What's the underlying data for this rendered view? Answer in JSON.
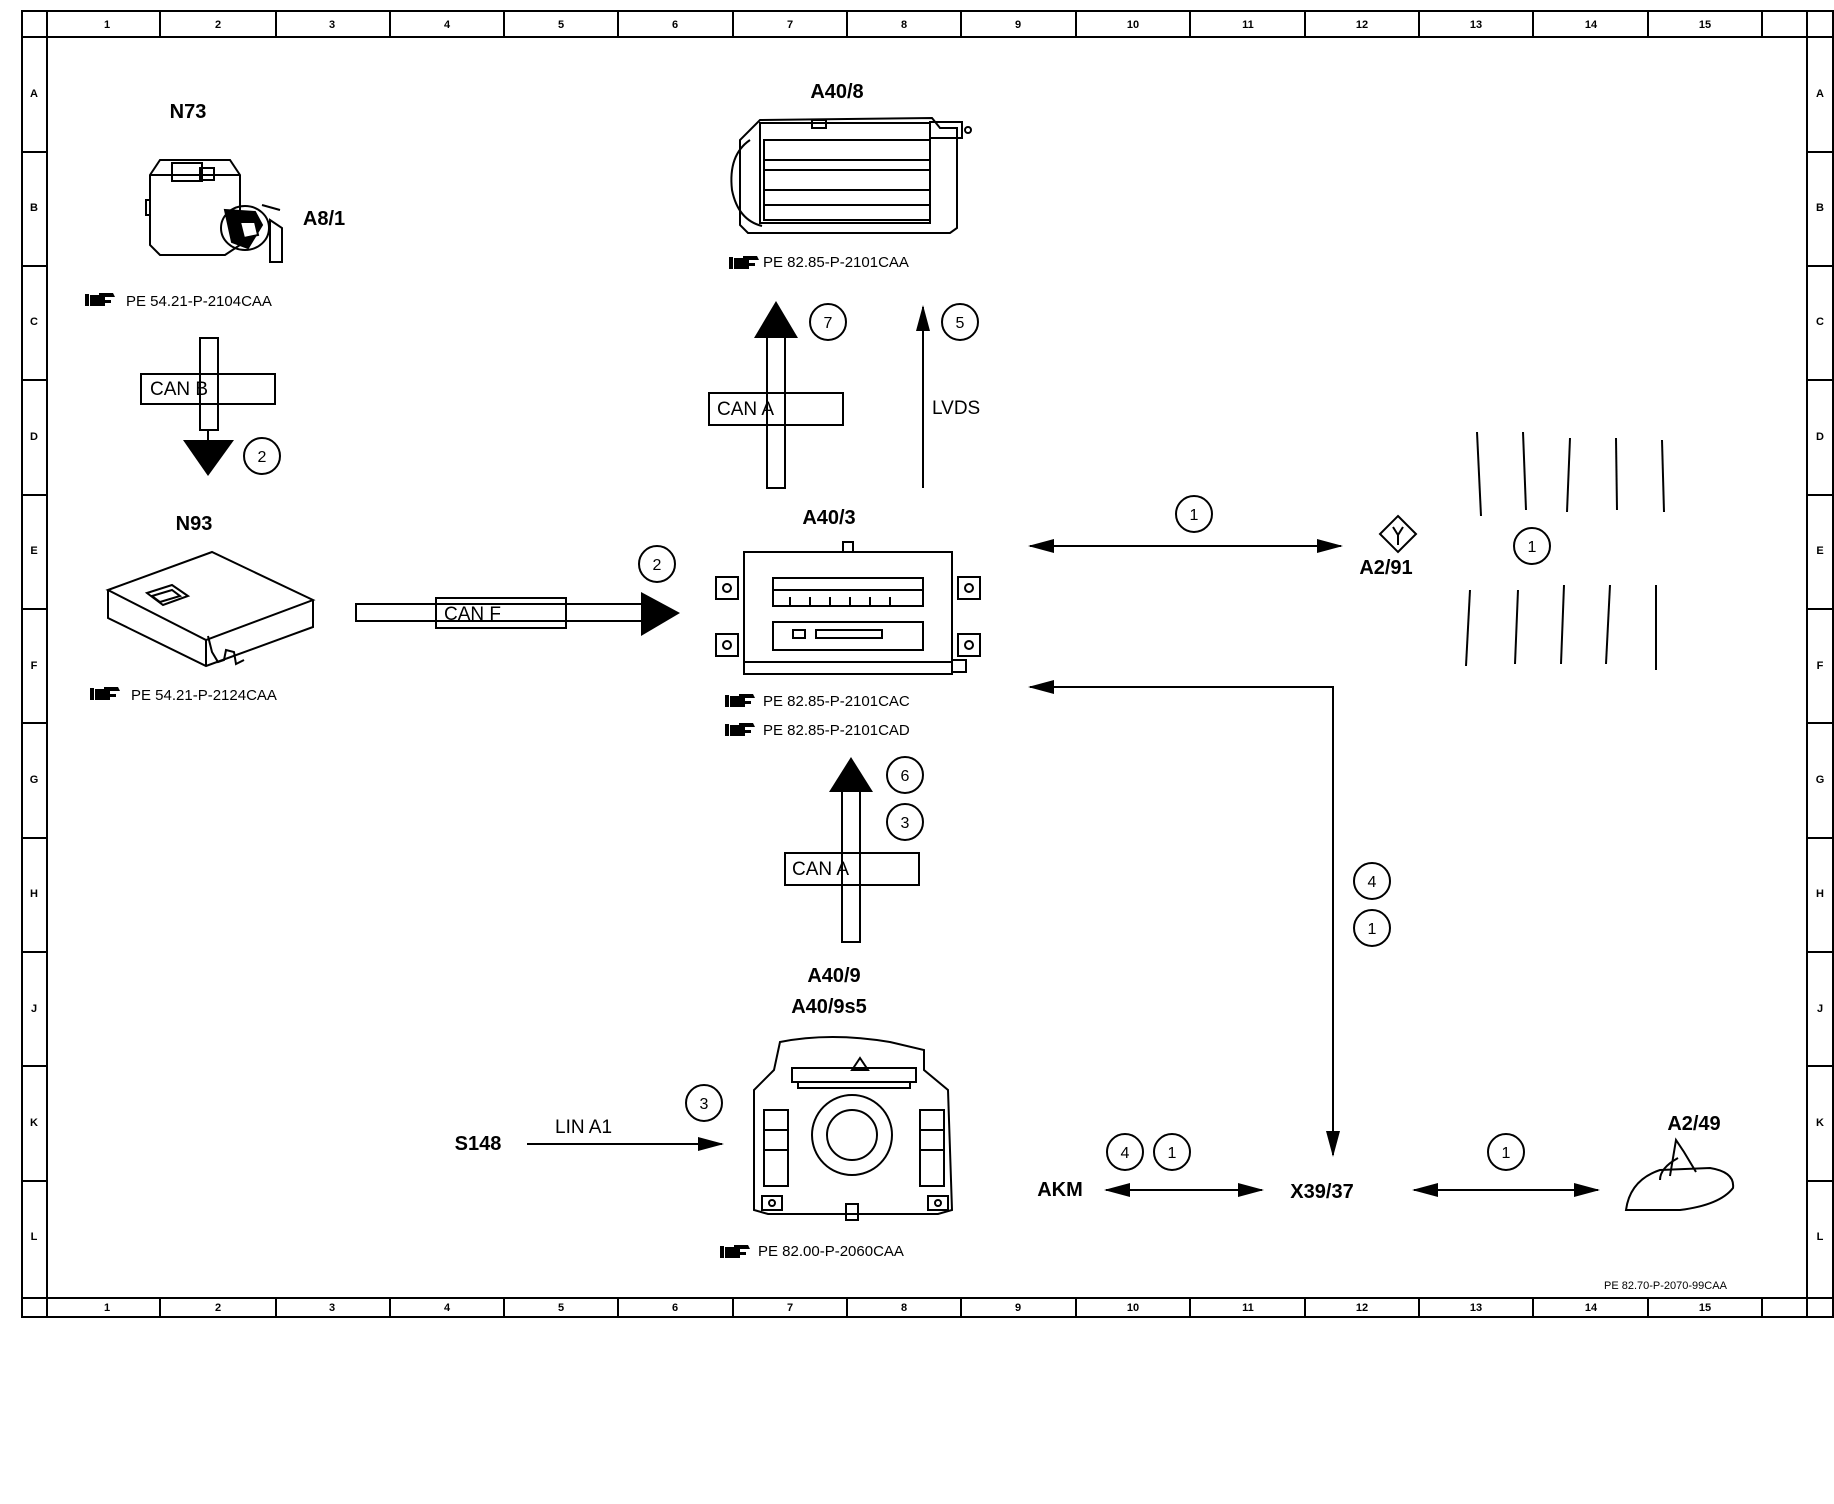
{
  "grid": {
    "columns": [
      "1",
      "2",
      "3",
      "4",
      "5",
      "6",
      "7",
      "8",
      "9",
      "10",
      "11",
      "12",
      "13",
      "14",
      "15"
    ],
    "rows": [
      "A",
      "B",
      "C",
      "D",
      "E",
      "F",
      "G",
      "H",
      "J",
      "K",
      "L"
    ]
  },
  "components": {
    "n73": "N73",
    "a8_1": "A8/1",
    "n93": "N93",
    "a40_8": "A40/8",
    "a40_3": "A40/3",
    "a40_9": "A40/9",
    "a40_9s5": "A40/9s5",
    "a2_91": "A2/91",
    "a2_49": "A2/49",
    "s148": "S148",
    "akm": "AKM",
    "x39_37": "X39/37"
  },
  "refs": {
    "n73": "PE 54.21-P-2104CAA",
    "n93": "PE 54.21-P-2124CAA",
    "a40_8": "PE 82.85-P-2101CAA",
    "a40_3_1": "PE 82.85-P-2101CAC",
    "a40_3_2": "PE 82.85-P-2101CAD",
    "a40_9": "PE 82.00-P-2060CAA",
    "doc_id": "PE 82.70-P-2070-99CAA"
  },
  "buses": {
    "can_b": "CAN B",
    "can_f": "CAN F",
    "can_a_top": "CAN A",
    "can_a_bottom": "CAN A",
    "lvds": "LVDS",
    "lin_a1": "LIN A1"
  },
  "markers": {
    "m_n73_n93": "2",
    "m_can_f": "2",
    "m_can_a_top": "7",
    "m_lvds": "5",
    "m_a2_91_link": "1",
    "m_antenna_field": "1",
    "m_can_a_bottom_1": "6",
    "m_can_a_bottom_2": "3",
    "m_x39_1": "4",
    "m_x39_2": "1",
    "m_lin": "3",
    "m_akm_1": "4",
    "m_akm_2": "1",
    "m_a2_49": "1"
  },
  "icons": {
    "reference": "hand-pointing-icon",
    "antenna_symbol": "antenna-diamond-icon"
  }
}
